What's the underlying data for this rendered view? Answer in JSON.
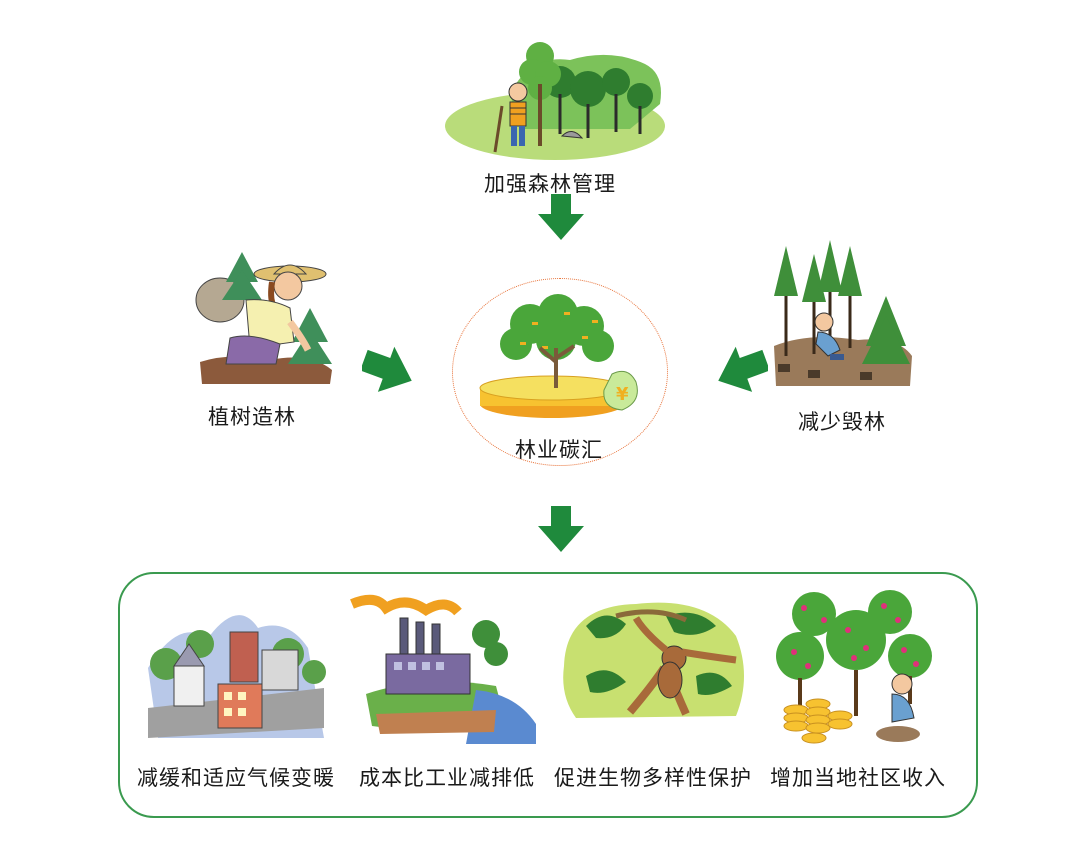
{
  "top": {
    "label": "加强森林管理"
  },
  "left": {
    "label": "植树造林"
  },
  "right": {
    "label": "减少毁林"
  },
  "center": {
    "label": "林业碳汇"
  },
  "benefits": [
    {
      "label": "减缓和适应气候变暖"
    },
    {
      "label": "成本比工业减排低"
    },
    {
      "label": "促进生物多样性保护"
    },
    {
      "label": "增加当地社区收入"
    }
  ],
  "colors": {
    "arrow": "#1f8a3c",
    "box_border": "#3a9a4f",
    "ring": "#e8743b",
    "foliage": "#3f9e3a"
  }
}
